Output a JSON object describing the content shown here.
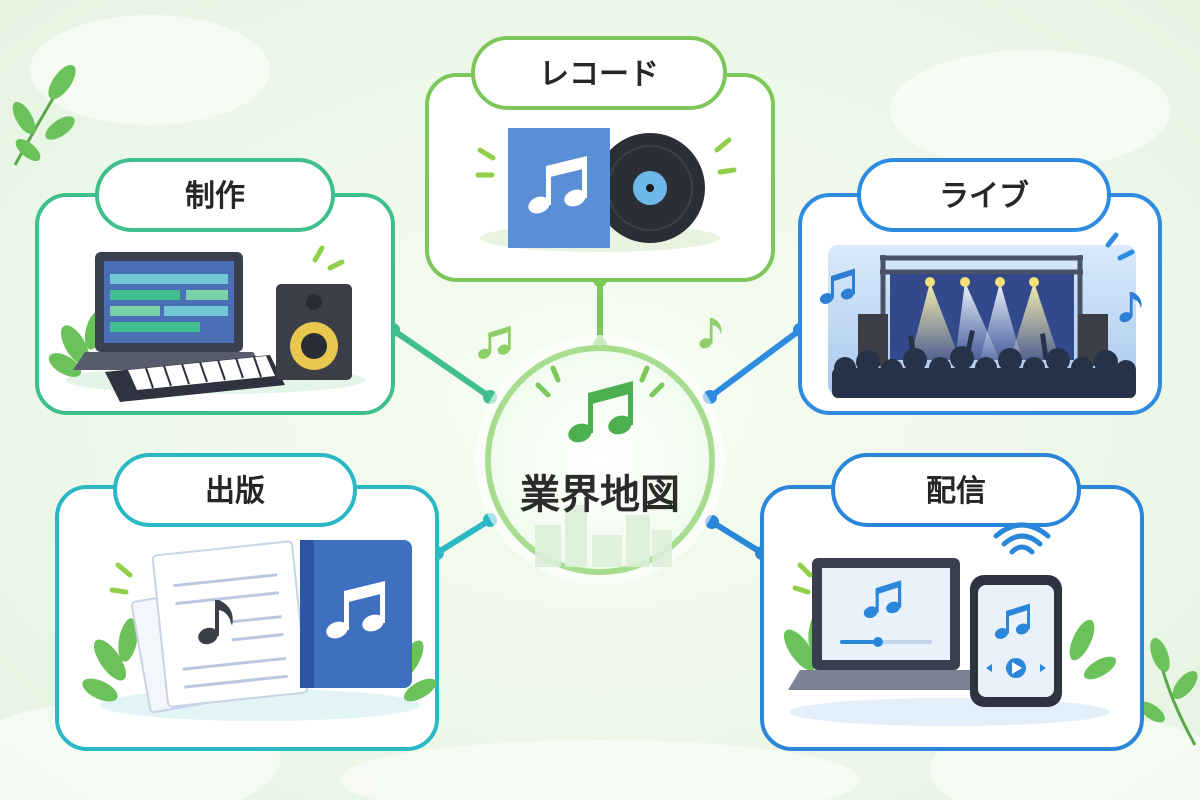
{
  "center": {
    "title": "業界地図",
    "icon": "music-note-icon",
    "color": "#5cbf5a"
  },
  "nodes": {
    "record": {
      "label": "レコード",
      "color": "#7cc65a"
    },
    "production": {
      "label": "制作",
      "color": "#3fbf8e"
    },
    "live": {
      "label": "ライブ",
      "color": "#2d8ce0"
    },
    "publishing": {
      "label": "出版",
      "color": "#2ab8c4"
    },
    "distribution": {
      "label": "配信",
      "color": "#2a86d8"
    }
  }
}
